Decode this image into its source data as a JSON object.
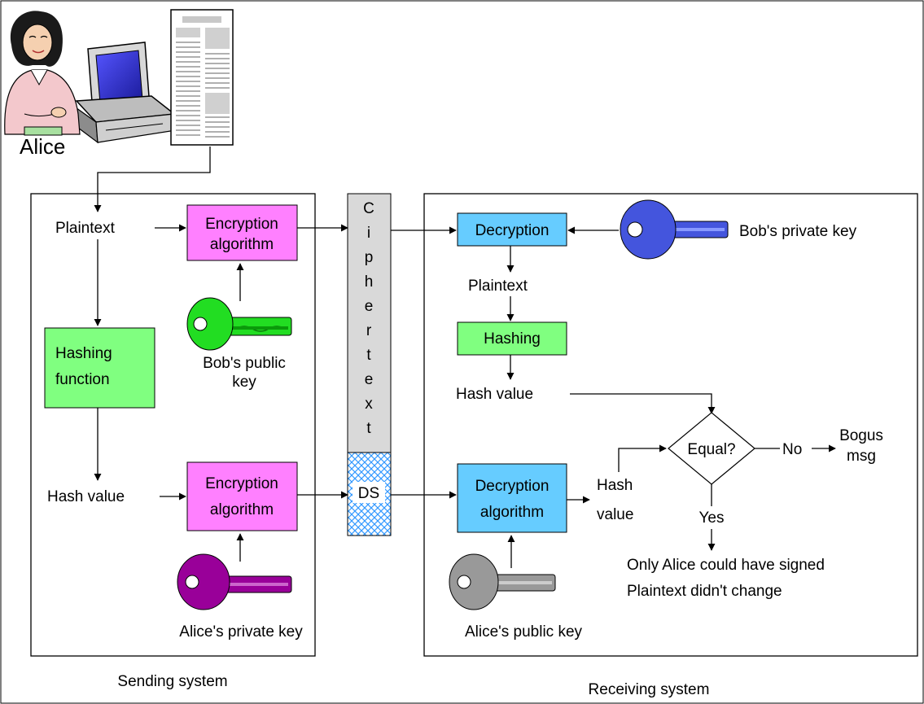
{
  "sender_name": "Alice",
  "sending_system": {
    "caption": "Sending system",
    "plaintext": "Plaintext",
    "encryption_top": [
      "Encryption",
      "algorithm"
    ],
    "bob_public_key": [
      "Bob's public",
      "key"
    ],
    "hashing_function": [
      "Hashing",
      "function"
    ],
    "hash_value": "Hash value",
    "encryption_bottom": [
      "Encryption",
      "algorithm"
    ],
    "alice_private_key": "Alice's private key"
  },
  "transmission": {
    "ciphertext_letters": [
      "C",
      "i",
      "p",
      "h",
      "e",
      "r",
      "t",
      "e",
      "x",
      "t"
    ],
    "ds": "DS"
  },
  "receiving_system": {
    "caption": "Receiving system",
    "decryption": "Decryption",
    "bob_private_key": "Bob's private key",
    "plaintext": "Plaintext",
    "hashing": "Hashing",
    "hash_value": "Hash value",
    "equal": "Equal?",
    "no": "No",
    "bogus": [
      "Bogus",
      "msg"
    ],
    "decryption_algorithm": [
      "Decryption",
      "algorithm"
    ],
    "hash_value_2": [
      "Hash",
      "value"
    ],
    "yes": "Yes",
    "alice_public_key": "Alice's public key",
    "conclusion": [
      "Only Alice could have signed",
      "Plaintext didn't change"
    ]
  },
  "colors": {
    "encryption_box": "#ff80ff",
    "hashing_box": "#80ff80",
    "decryption_box": "#66ccff",
    "ciphertext_bar": "#d9d9d9",
    "ds_hatch": "#3399ff",
    "bob_public_key": "#22dd22",
    "alice_private_key": "#990099",
    "bob_private_key": "#4455dd",
    "alice_public_key": "#999999"
  }
}
